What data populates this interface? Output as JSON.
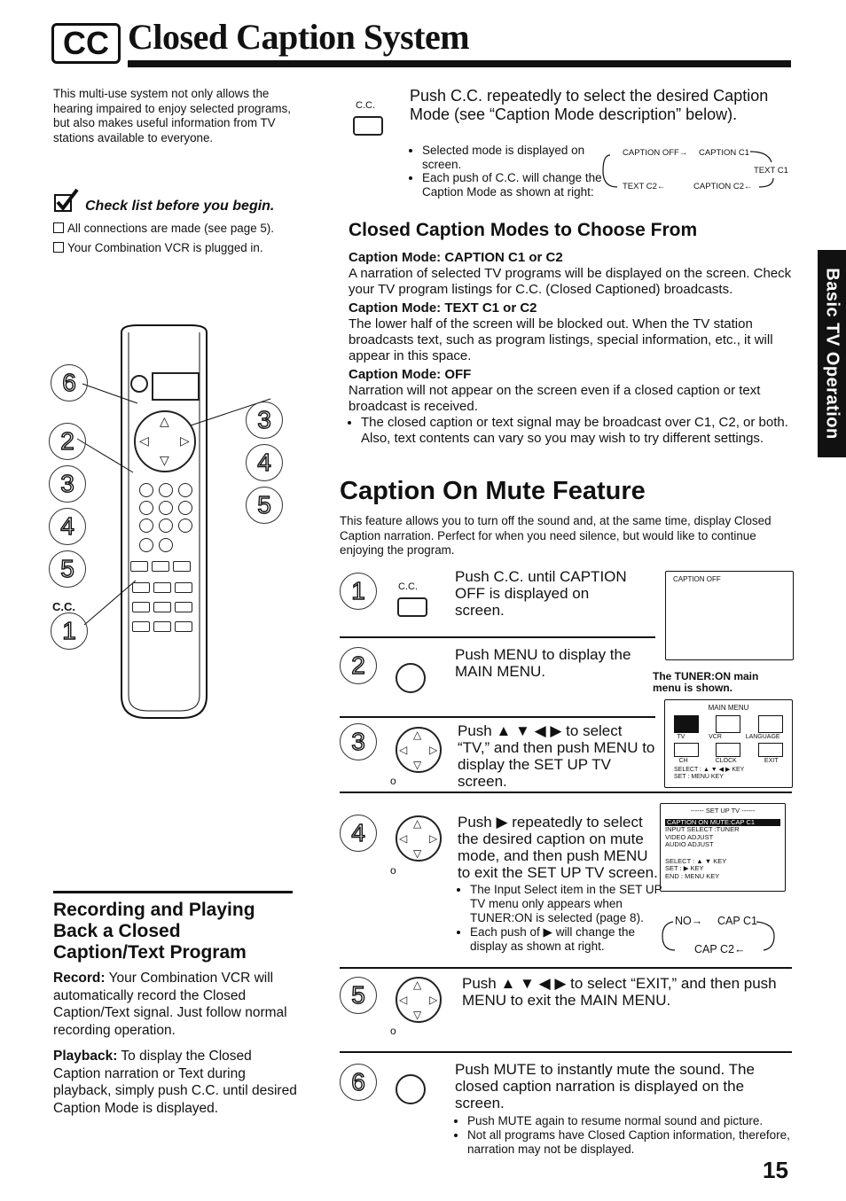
{
  "header": {
    "logo_text": "CC",
    "title": "Closed Caption System"
  },
  "intro": "This multi-use system not only allows the hearing impaired to enjoy selected programs, but also makes useful information from TV stations available to everyone.",
  "checklist": {
    "title": "Check list before you begin.",
    "items": [
      "All connections are made (see page 5).",
      "Your Combination VCR is plugged in."
    ]
  },
  "remote": {
    "callouts": [
      "6",
      "2",
      "3",
      "4",
      "5",
      "3",
      "4",
      "5",
      "1"
    ],
    "cc_label": "C.C."
  },
  "recording": {
    "title": "Recording and Playing Back a Closed Caption/Text Program",
    "record_label": "Record:",
    "record_text": "Your Combination VCR will automatically record the Closed Caption/Text signal. Just follow normal recording operation.",
    "playback_label": "Playback:",
    "playback_text": "To display the Closed Caption narration or Text during playback, simply push C.C. until desired Caption Mode is displayed."
  },
  "cc_push": {
    "button_label": "C.C.",
    "text": "Push C.C. repeatedly to select the desired Caption Mode (see “Caption Mode description” below).",
    "bullets": [
      "Selected mode is displayed on screen.",
      "Each push of C.C. will change the Caption Mode as shown at right:"
    ],
    "cycle": {
      "caption_off": "CAPTION OFF",
      "caption_c1": "CAPTION C1",
      "text_c1": "TEXT C1",
      "caption_c2": "CAPTION C2",
      "text_c2": "TEXT C2"
    }
  },
  "modes": {
    "title": "Closed Caption Modes to Choose From",
    "items": [
      {
        "heading": "Caption Mode: CAPTION C1 or C2",
        "text": "A narration of selected TV programs will be displayed on the screen. Check your TV program listings for C.C. (Closed Captioned) broadcasts."
      },
      {
        "heading": "Caption Mode: TEXT C1 or C2",
        "text": "The lower half of the screen will be blocked out. When the TV station broadcasts text, such as program listings, special information, etc., it will appear in this space."
      },
      {
        "heading": "Caption Mode: OFF",
        "text": "Narration will not appear on the screen even if a closed caption or text broadcast is received."
      }
    ],
    "note": "The closed caption or text signal may be broadcast over C1, C2, or both. Also, text contents can vary so you may wish to try different settings."
  },
  "side_tab": "Basic TV Operation",
  "mute": {
    "title": "Caption On Mute Feature",
    "intro": "This feature allows you to turn off the sound and, at the same time, display Closed Caption narration. Perfect for when you need silence, but would like to continue enjoying the program.",
    "steps": [
      {
        "num": "1",
        "button": "C.C.",
        "text": "Push C.C. until CAPTION OFF is displayed on screen."
      },
      {
        "num": "2",
        "text": "Push MENU to display the MAIN MENU."
      },
      {
        "num": "3",
        "text": "Push ▲ ▼ ◀ ▶ to select “TV,” and then push MENU to display the SET UP TV screen."
      },
      {
        "num": "4",
        "text": "Push ▶ repeatedly to select the desired caption on mute mode, and then push MENU to exit the SET UP TV screen.",
        "bullets": [
          "The Input Select item in the SET UP TV menu only appears when TUNER:ON is selected (page 8).",
          "Each push of ▶ will change the display as shown at right."
        ]
      },
      {
        "num": "5",
        "text": "Push ▲ ▼ ◀ ▶ to select “EXIT,” and then push MENU to exit the MAIN MENU."
      },
      {
        "num": "6",
        "text": "Push MUTE to instantly mute the sound. The closed caption narration is displayed on the screen.",
        "bullets": [
          "Push MUTE again to resume normal sound and picture.",
          "Not all programs have Closed Caption information, therefore, narration may not be displayed."
        ]
      }
    ],
    "screen1": {
      "label": "CAPTION OFF"
    },
    "screen_caption": "The TUNER:ON main menu is shown.",
    "main_menu": {
      "title": "MAIN MENU",
      "items": [
        "TV",
        "VCR",
        "LANGUAGE",
        "CH",
        "CLOCK",
        "EXIT"
      ],
      "footer1": "SELECT : ▲ ▼ ◀ ▶ KEY",
      "footer2": "SET      : MENU KEY"
    },
    "setup_tv": {
      "title": "------ SET UP TV ------",
      "highlight": "CAPTION ON MUTE:CAP C1",
      "rows": [
        "INPUT SELECT    :TUNER",
        "VIDEO ADJUST",
        "AUDIO ADJUST"
      ],
      "footer": [
        "SELECT : ▲ ▼ KEY",
        "SET     : ▶ KEY",
        "END     : MENU KEY"
      ]
    },
    "mute_cycle": {
      "no": "NO",
      "cap_c1": "CAP C1",
      "cap_c2": "CAP C2"
    }
  },
  "page_number": "15"
}
